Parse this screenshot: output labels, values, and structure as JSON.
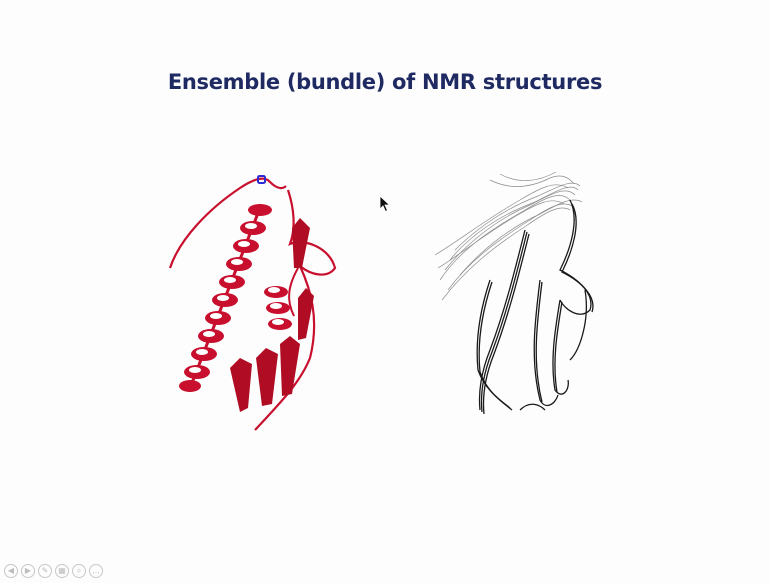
{
  "slide": {
    "title": "Ensemble (bundle) of NMR structures"
  },
  "figures": {
    "left": {
      "icon": "protein-ribbon-cartoon",
      "color": "#c8102e"
    },
    "right": {
      "icon": "nmr-structure-bundle",
      "color": "#1a1a1a"
    }
  },
  "controls": {
    "previous": "◀",
    "next": "▶",
    "pen": "✎",
    "slides": "▦",
    "zoom": "⌕",
    "more": "…"
  },
  "colors": {
    "title": "#1f2a63",
    "ribbon": "#c8102e",
    "helix_highlight": "#ffffff",
    "bundle": "#1a1a1a",
    "marker": "#2b2bd6"
  }
}
